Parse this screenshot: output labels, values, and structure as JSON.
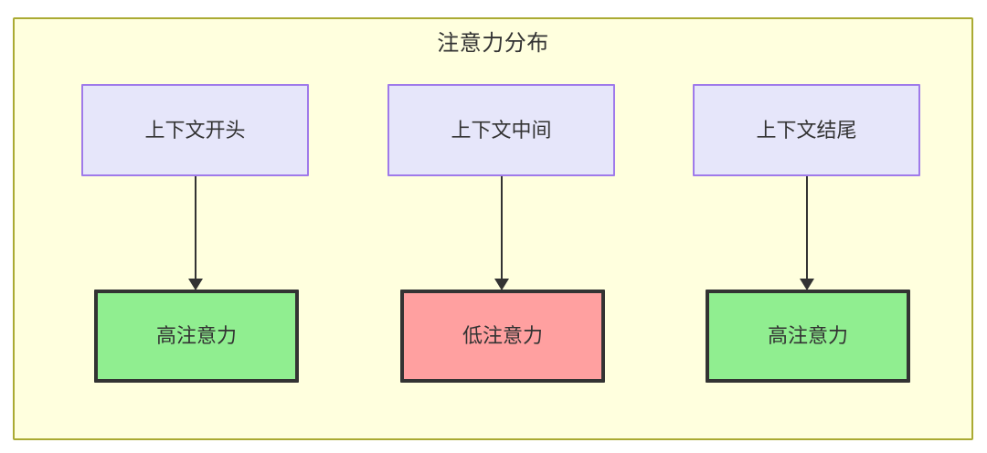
{
  "diagram": {
    "type": "flowchart",
    "orientation": "top-to-bottom",
    "cluster": {
      "title": "注意力分布",
      "background_color": "#ffffde",
      "border_color": "#aaaa33"
    },
    "columns": [
      {
        "source": {
          "id": "ctx-start",
          "label": "上下文开头",
          "fill_color": "#e6e6fa",
          "border_color": "#9f7aea"
        },
        "target": {
          "id": "attn-high-start",
          "label": "高注意力",
          "level": "high",
          "fill_color": "#90ee90",
          "border_color": "#333333"
        }
      },
      {
        "source": {
          "id": "ctx-middle",
          "label": "上下文中间",
          "fill_color": "#e6e6fa",
          "border_color": "#9f7aea"
        },
        "target": {
          "id": "attn-low-middle",
          "label": "低注意力",
          "level": "low",
          "fill_color": "#ffa0a0",
          "border_color": "#333333"
        }
      },
      {
        "source": {
          "id": "ctx-end",
          "label": "上下文结尾",
          "fill_color": "#e6e6fa",
          "border_color": "#9f7aea"
        },
        "target": {
          "id": "attn-high-end",
          "label": "高注意力",
          "level": "high",
          "fill_color": "#90ee90",
          "border_color": "#333333"
        }
      }
    ],
    "edges": [
      {
        "from": "ctx-start",
        "to": "attn-high-start",
        "arrow": "arrowhead-icon"
      },
      {
        "from": "ctx-middle",
        "to": "attn-low-middle",
        "arrow": "arrowhead-icon"
      },
      {
        "from": "ctx-end",
        "to": "attn-high-end",
        "arrow": "arrowhead-icon"
      }
    ]
  }
}
